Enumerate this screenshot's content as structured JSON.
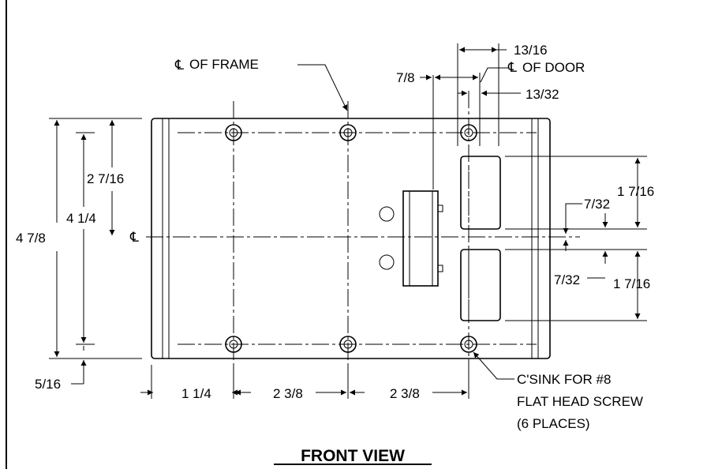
{
  "drawing": {
    "title": "FRONT VIEW",
    "callouts": {
      "cl_frame": "OF FRAME",
      "cl_door": "OF DOOR",
      "cl_symbol": "℄"
    },
    "dimensions": {
      "d_13_16": "13/16",
      "d_7_8": "7/8",
      "d_13_32": "13/32",
      "d_2_7_16": "2 7/16",
      "d_4_1_4": "4 1/4",
      "d_4_7_8": "4 7/8",
      "d_5_16": "5/16",
      "d_1_1_4": "1 1/4",
      "d_2_3_8_a": "2 3/8",
      "d_2_3_8_b": "2 3/8",
      "d_1_7_16_a": "1 7/16",
      "d_1_7_16_b": "1 7/16",
      "d_7_32_a": "7/32",
      "d_7_32_b": "7/32"
    },
    "note": {
      "line1": "C'SINK FOR #8",
      "line2": "FLAT HEAD SCREW",
      "line3": "(6 PLACES)"
    }
  }
}
